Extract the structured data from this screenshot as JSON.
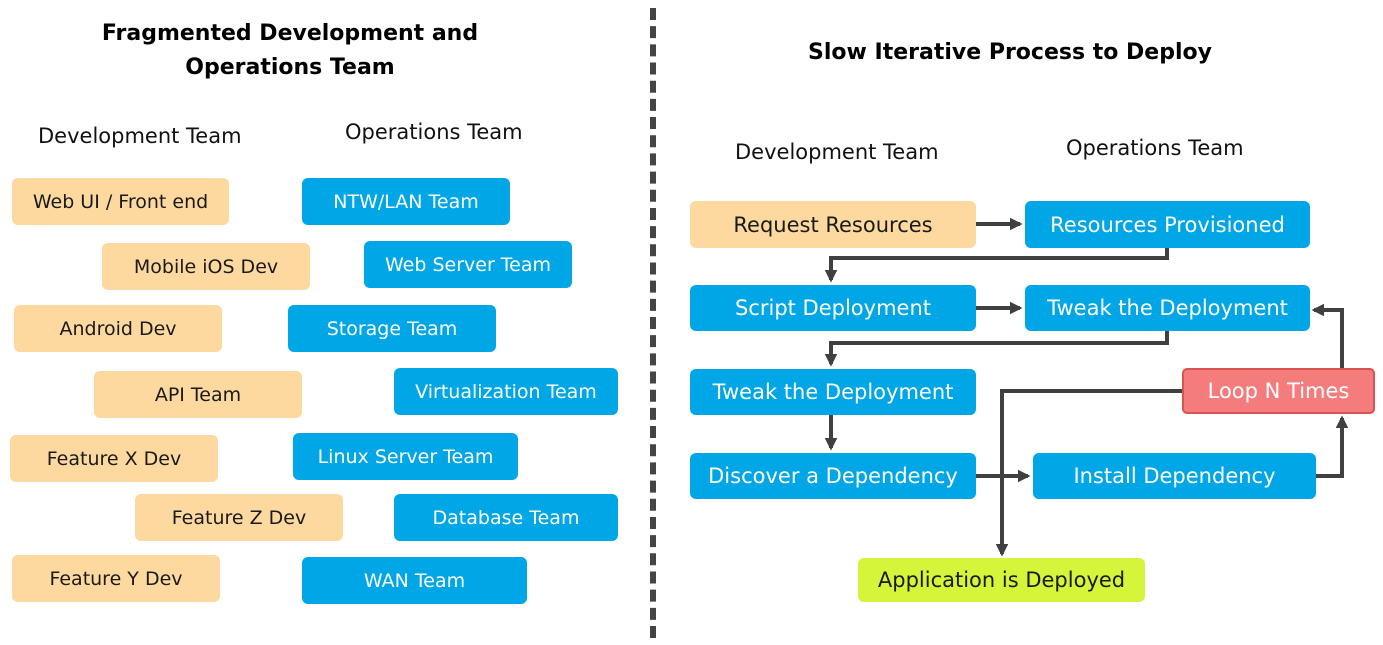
{
  "left": {
    "title": "Fragmented Development and Operations Team",
    "dev_header": "Development Team",
    "ops_header": "Operations Team",
    "dev_teams": [
      "Web UI / Front end",
      "Mobile iOS Dev",
      "Android Dev",
      "API Team",
      "Feature X Dev",
      "Feature Z Dev",
      "Feature Y Dev"
    ],
    "ops_teams": [
      "NTW/LAN Team",
      "Web Server Team",
      "Storage Team",
      "Virtualization Team",
      "Linux Server Team",
      "Database Team",
      "WAN Team"
    ]
  },
  "right": {
    "title": "Slow Iterative Process to Deploy",
    "dev_header": "Development Team",
    "ops_header": "Operations Team",
    "steps": {
      "request_resources": "Request Resources",
      "resources_provisioned": "Resources Provisioned",
      "script_deployment": "Script Deployment",
      "tweak_ops": "Tweak the Deployment",
      "tweak_dev": "Tweak the Deployment",
      "loop": "Loop N Times",
      "discover_dependency": "Discover a Dependency",
      "install_dependency": "Install Dependency",
      "deployed": "Application is Deployed"
    }
  },
  "colors": {
    "dev": "#fdd9a0",
    "ops": "#00a6e6",
    "loop": "#f47c7c",
    "deployed": "#d4f539",
    "arrow": "#404040"
  }
}
